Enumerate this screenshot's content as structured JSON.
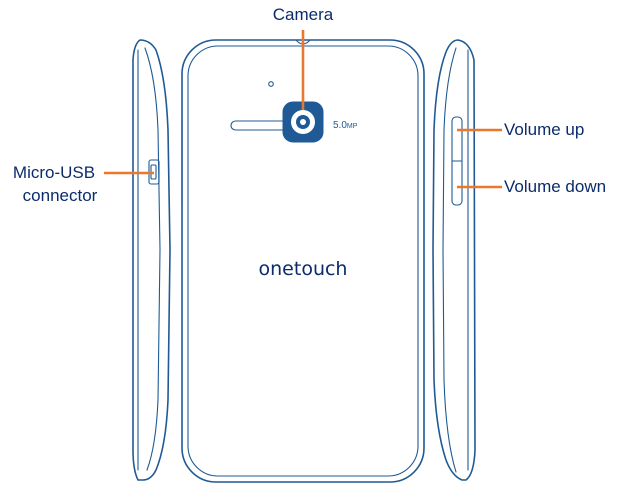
{
  "labels": {
    "camera": "Camera",
    "micro_usb_line1": "Micro-USB",
    "micro_usb_line2": "connector",
    "volume_up": "Volume up",
    "volume_down": "Volume down"
  },
  "phone": {
    "megapixel_badge_main": "5.0",
    "megapixel_badge_unit": "MP",
    "brand": "onetouch"
  },
  "colors": {
    "outline": "#1f5a96",
    "accent": "#e8782e",
    "text": "#0b2c6b",
    "camera_fill": "#1f5a96"
  }
}
